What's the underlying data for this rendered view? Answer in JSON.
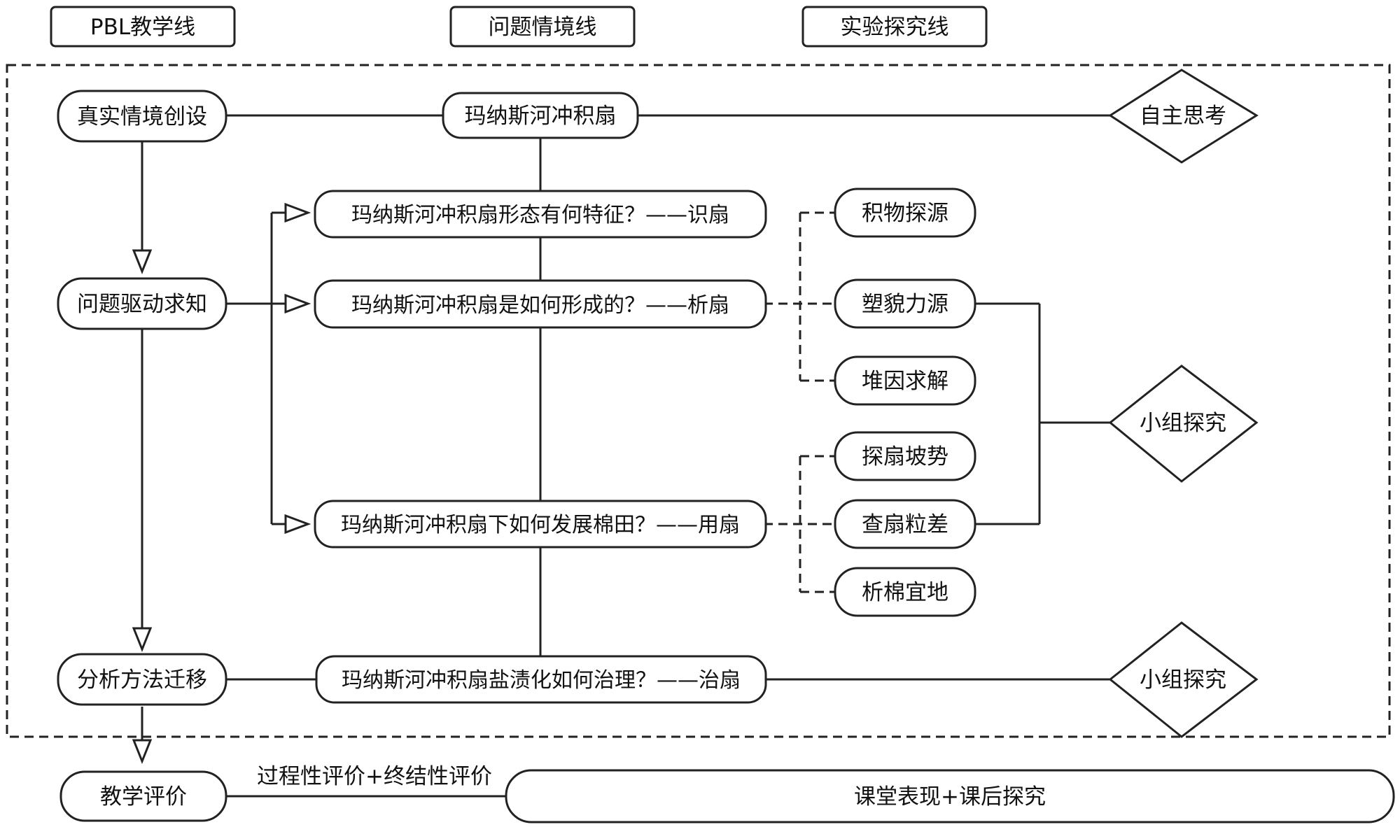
{
  "headers": {
    "pbl": "PBL教学线",
    "problem": "问题情境线",
    "experiment": "实验探究线"
  },
  "pbl_steps": {
    "step1": "真实情境创设",
    "step2": "问题驱动求知",
    "step3": "分析方法迁移",
    "step4": "教学评价"
  },
  "problems": {
    "main": "玛纳斯河冲积扇",
    "q1": "玛纳斯河冲积扇形态有何特征？——识扇",
    "q2": "玛纳斯河冲积扇是如何形成的？——析扇",
    "q3": "玛纳斯河冲积扇下如何发展棉田？——用扇",
    "q4": "玛纳斯河冲积扇盐渍化如何治理？——治扇"
  },
  "experiments": {
    "e1": "积物探源",
    "e2": "塑貌力源",
    "e3": "堆因求解",
    "e4": "探扇坡势",
    "e5": "查扇粒差",
    "e6": "析棉宜地"
  },
  "modes": {
    "independent": "自主思考",
    "group1": "小组探究",
    "group2": "小组探究"
  },
  "evaluation": {
    "type": "过程性评价+终结性评价",
    "content": "课堂表现+课后探究"
  }
}
